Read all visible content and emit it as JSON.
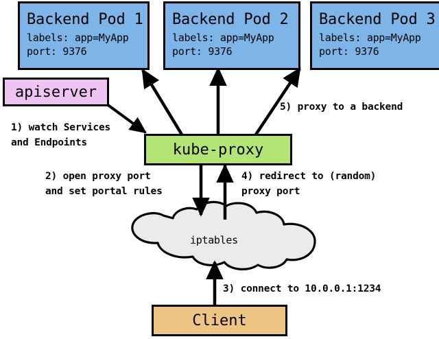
{
  "diagram": {
    "title": "Kubernetes kube-proxy userspace proxy mode flow",
    "colors": {
      "pod_fill": "#7eb5e8",
      "apiserver_fill": "#eec5f2",
      "kubeproxy_fill": "#b3e575",
      "client_fill": "#eec483",
      "cloud_fill": "#ebebeb",
      "stroke": "#000000",
      "background": "#ffffff"
    }
  },
  "pods": [
    {
      "title": "Backend Pod 1",
      "labels_line": "labels: app=MyApp",
      "port_line": "port: 9376"
    },
    {
      "title": "Backend Pod 2",
      "labels_line": "labels: app=MyApp",
      "port_line": "port: 9376"
    },
    {
      "title": "Backend Pod 3",
      "labels_line": "labels: app=MyApp",
      "port_line": "port: 9376"
    }
  ],
  "nodes": {
    "apiserver": "apiserver",
    "kubeproxy": "kube-proxy",
    "iptables": "iptables",
    "client": "Client"
  },
  "steps": [
    {
      "id": "step-1",
      "line1": "1) watch Services",
      "line2": "and Endpoints"
    },
    {
      "id": "step-2",
      "line1": "2) open proxy port",
      "line2": "and set portal rules"
    },
    {
      "id": "step-3",
      "line1": "3) connect to 10.0.0.1:1234",
      "line2": ""
    },
    {
      "id": "step-4",
      "line1": "4) redirect to (random)",
      "line2": "proxy port"
    },
    {
      "id": "step-5",
      "line1": "5) proxy to a backend",
      "line2": ""
    }
  ]
}
